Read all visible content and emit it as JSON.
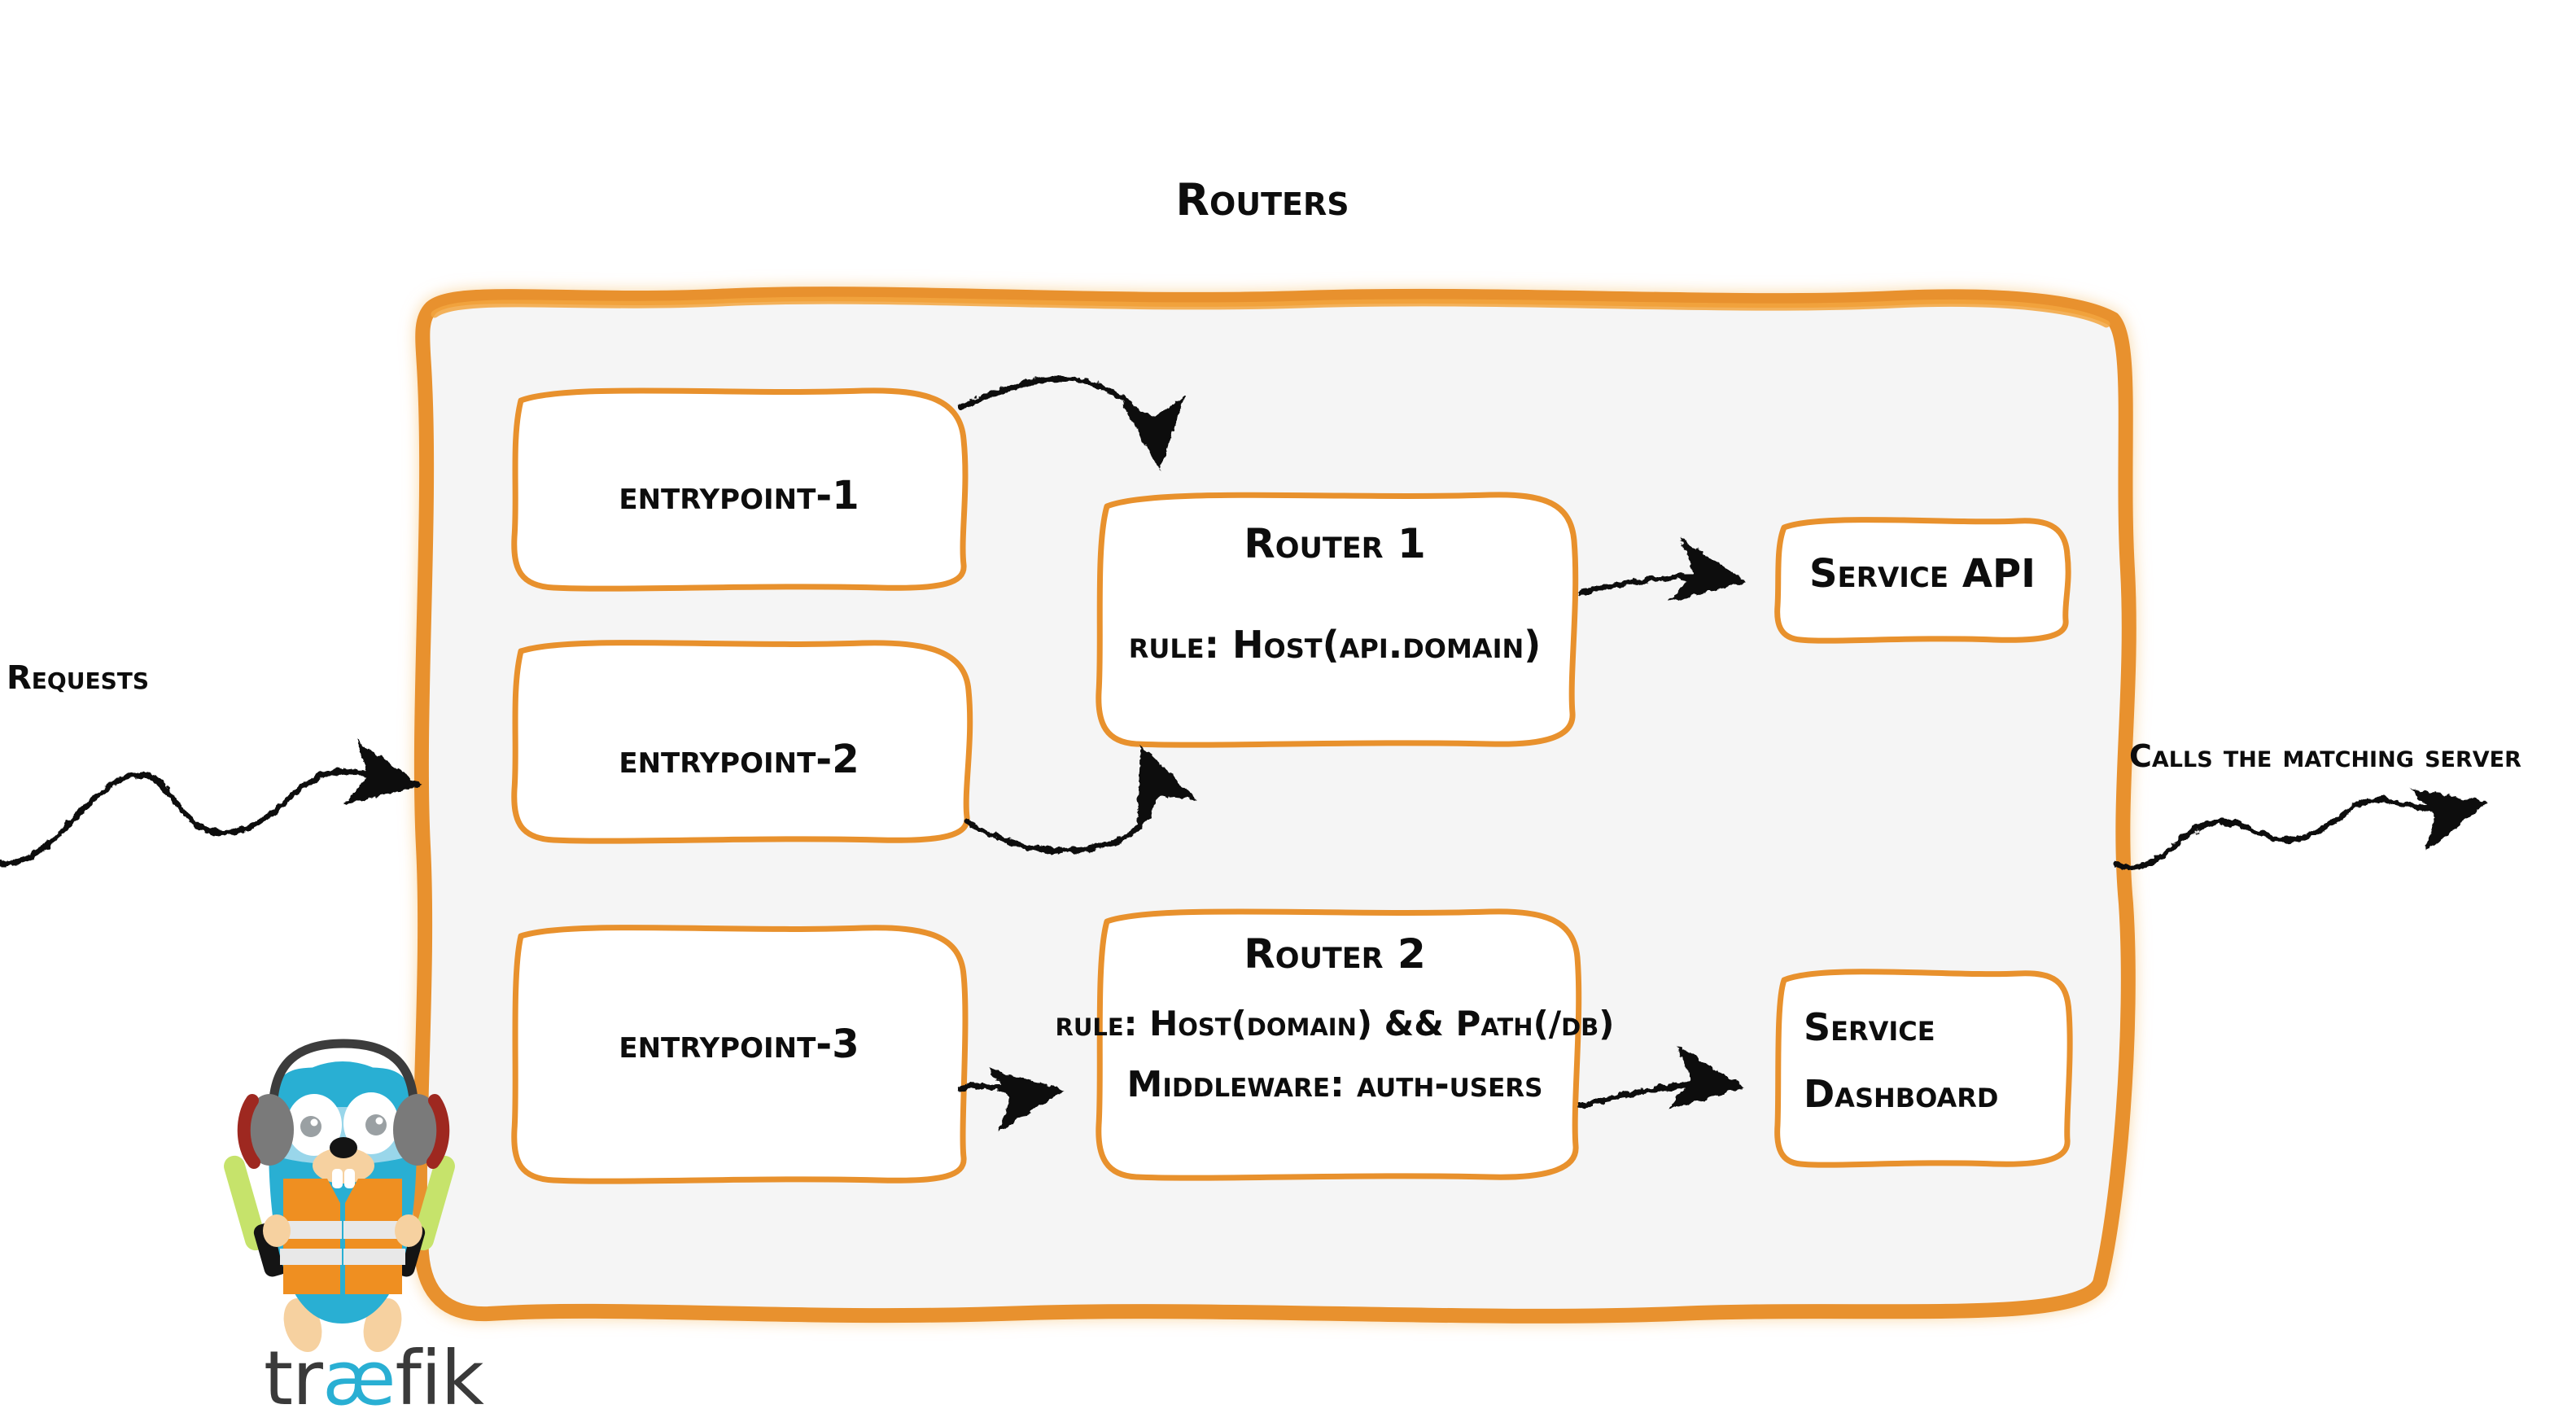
{
  "diagram": {
    "title": "Routers",
    "brand": "traefik",
    "accent_color": "#E8912D",
    "panel_fill": "#F5F5F5",
    "ink_color": "#0D0D0D",
    "gopher_body_color": "#29AFD3",
    "gopher_vest_color": "#EF8F21"
  },
  "labels": {
    "incoming": "Requests",
    "outgoing": "Calls the matching server"
  },
  "entrypoints": [
    {
      "label": "entrypoint-1"
    },
    {
      "label": "entrypoint-2"
    },
    {
      "label": "entrypoint-3"
    }
  ],
  "routers": [
    {
      "name": "Router 1",
      "lines": [
        "rule: Host(api.domain)"
      ]
    },
    {
      "name": "Router 2",
      "lines": [
        "rule: Host(domain) && Path(/db)",
        "Middleware: auth-users"
      ]
    }
  ],
  "services": [
    {
      "lines": [
        "Service API"
      ]
    },
    {
      "lines": [
        "Service",
        "Dashboard"
      ]
    }
  ],
  "connections": [
    {
      "from": "entrypoint-1",
      "to": "Router 1"
    },
    {
      "from": "entrypoint-2",
      "to": "Router 1"
    },
    {
      "from": "entrypoint-3",
      "to": "Router 2"
    },
    {
      "from": "Router 1",
      "to": "Service API"
    },
    {
      "from": "Router 2",
      "to": "Service Dashboard"
    },
    {
      "from": "Requests",
      "to": "Routers"
    },
    {
      "from": "Routers",
      "to": "Calls the matching server"
    }
  ]
}
